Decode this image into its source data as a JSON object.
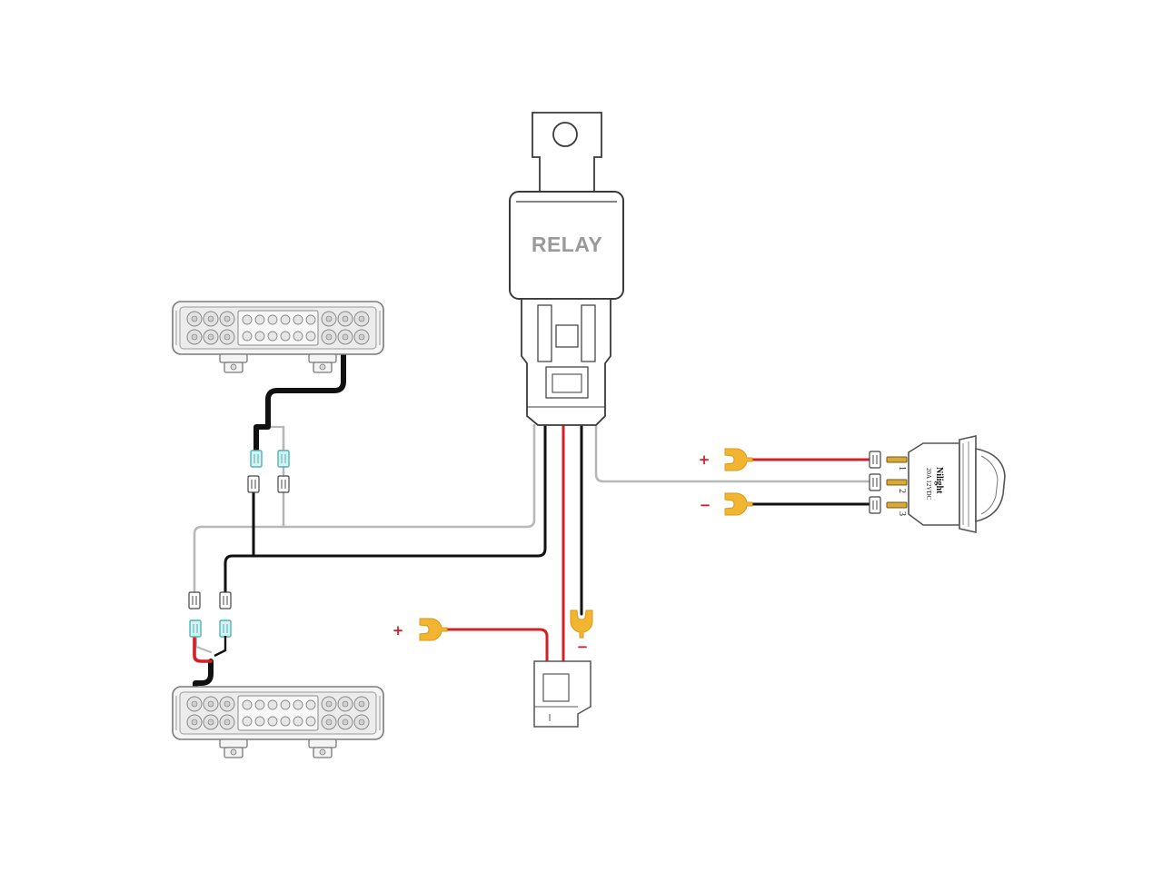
{
  "relay": {
    "label": "RELAY"
  },
  "terminals": {
    "battery_positive_sign": "+",
    "battery_negative_sign": "−",
    "switch_positive_sign": "+",
    "switch_negative_sign": "−"
  },
  "switch": {
    "brand": "Nilight",
    "rating": "20A 12VDC",
    "pins": [
      "1",
      "2",
      "3"
    ]
  },
  "colors": {
    "red_wire": "#d41f26",
    "black_wire": "#111111",
    "white_wire": "#b8b8b8",
    "terminal_yellow": "#f2b531",
    "connector_teal": "#63c7c9",
    "outline": "#555555"
  }
}
